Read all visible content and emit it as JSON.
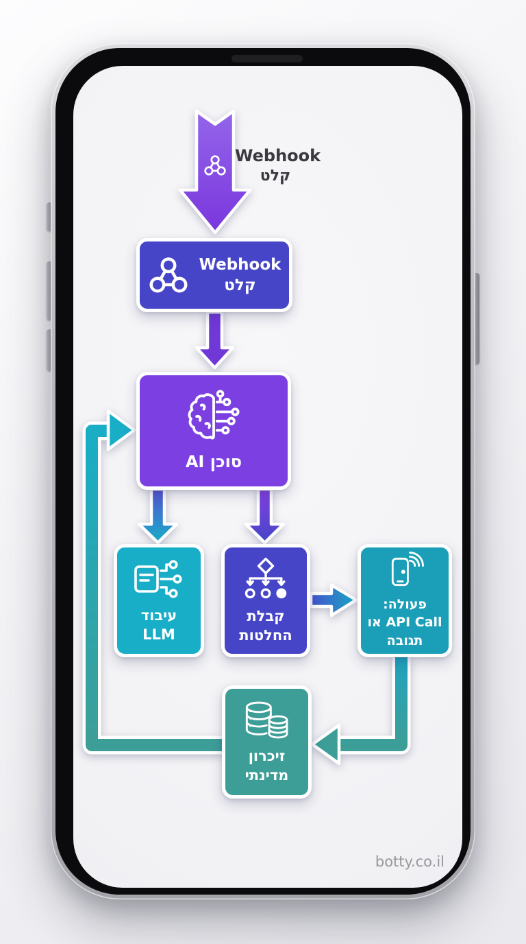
{
  "watermark": "botty.co.il",
  "diagram": {
    "input_label": {
      "line1": "Webhook",
      "line2": "קלט"
    },
    "nodes": {
      "webhook": {
        "title": "Webhook",
        "subtitle": "קלט",
        "icon": "webhook-icon",
        "color": "#4645c8"
      },
      "ai": {
        "title": "סוכן AI",
        "icon": "ai-brain-circuit-icon",
        "color": "#7c3fe2"
      },
      "llm": {
        "title": "עיבוד",
        "subtitle": "LLM",
        "icon": "llm-routing-icon",
        "color": "#18aec7"
      },
      "decision": {
        "title": "קבלת",
        "subtitle": "החלטות",
        "icon": "decision-tree-icon",
        "color": "#4645c8"
      },
      "action": {
        "line1": "פעולה:",
        "line2": "API Call או",
        "line3": "תגובה",
        "icon": "phone-signal-icon",
        "color": "#1b9fb8"
      },
      "memory": {
        "title": "זיכרון",
        "subtitle": "מדינתי",
        "icon": "database-icon",
        "color": "#3d9e97"
      }
    },
    "arrow_colors": {
      "input_arrow_top": "#9465ea",
      "input_arrow_bottom": "#7a36dd",
      "webhook_to_ai": "#7138d8",
      "ai_to_llm_start": "#5552d2",
      "ai_to_llm_end": "#18aec7",
      "ai_to_decision_start": "#8340e2",
      "ai_to_decision_end": "#4645c8",
      "decision_to_action_start": "#4653cc",
      "decision_to_action_end": "#18a8c6",
      "action_to_memory_start": "#1fa4c0",
      "action_to_memory_end": "#3d9e97",
      "memory_loop_start": "#3d9e97",
      "memory_loop_end": "#18aec7"
    }
  }
}
